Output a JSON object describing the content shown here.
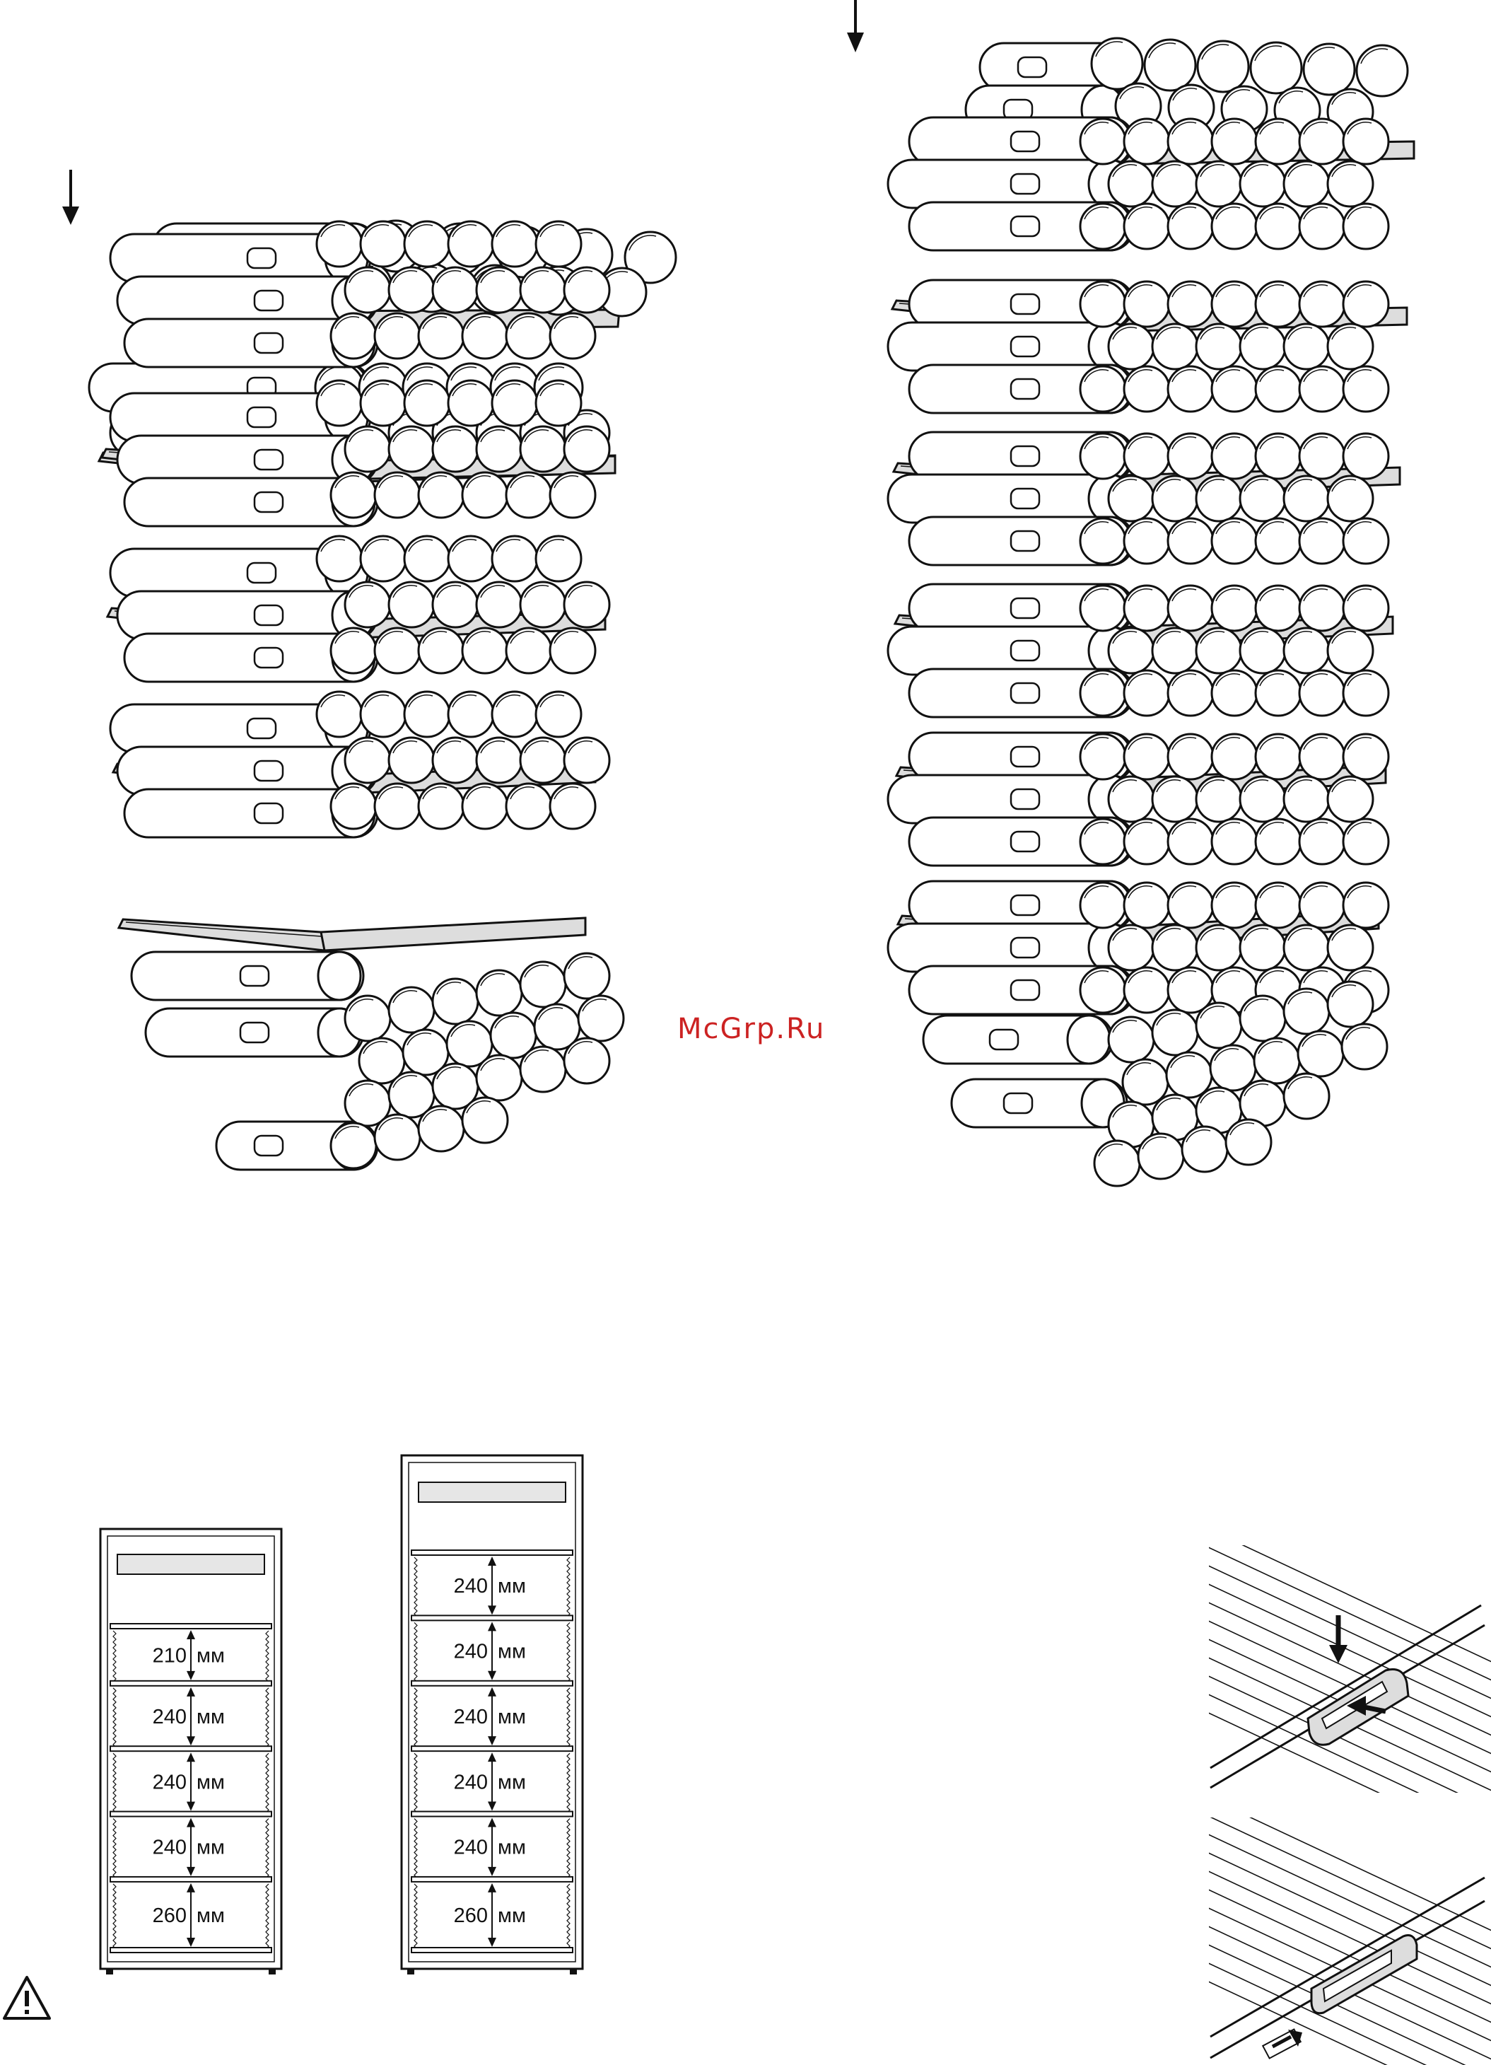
{
  "watermark": {
    "text": "McGrp.Ru",
    "color": "#cc2222"
  },
  "icons": {
    "arrows": [
      "down-arrow-icon",
      "right-arrow-icon"
    ],
    "warning": "warning-triangle-icon"
  },
  "fridge_left": {
    "compartments": [
      {
        "value": "210",
        "unit": "мм"
      },
      {
        "value": "240",
        "unit": "мм"
      },
      {
        "value": "240",
        "unit": "мм"
      },
      {
        "value": "240",
        "unit": "мм"
      },
      {
        "value": "260",
        "unit": "мм"
      }
    ]
  },
  "fridge_right": {
    "compartments": [
      {
        "value": "240",
        "unit": "мм"
      },
      {
        "value": "240",
        "unit": "мм"
      },
      {
        "value": "240",
        "unit": "мм"
      },
      {
        "value": "240",
        "unit": "мм"
      },
      {
        "value": "240",
        "unit": "мм"
      },
      {
        "value": "260",
        "unit": "мм"
      }
    ]
  }
}
